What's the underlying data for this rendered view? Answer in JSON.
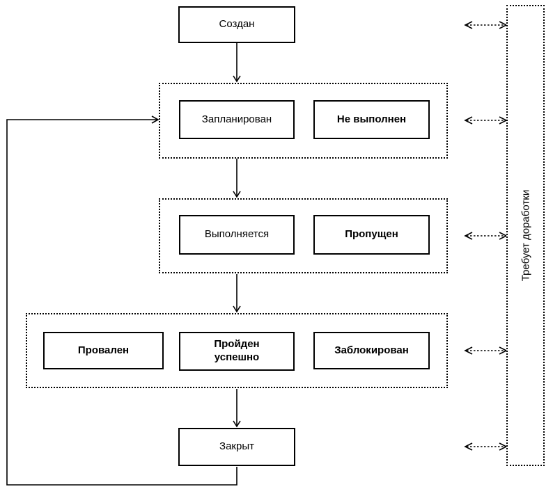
{
  "diagram": {
    "nodes": {
      "created": "Создан",
      "planned": "Запланирован",
      "not_executed": "Не выполнен",
      "in_progress": "Выполняется",
      "skipped": "Пропущен",
      "failed": "Провален",
      "passed": "Пройден\nуспешно",
      "blocked": "Заблокирован",
      "closed": "Закрыт"
    },
    "side_label": "Требует доработки",
    "colors": {
      "line": "#000000",
      "background": "#ffffff",
      "box_fill": "#ffffff"
    }
  }
}
